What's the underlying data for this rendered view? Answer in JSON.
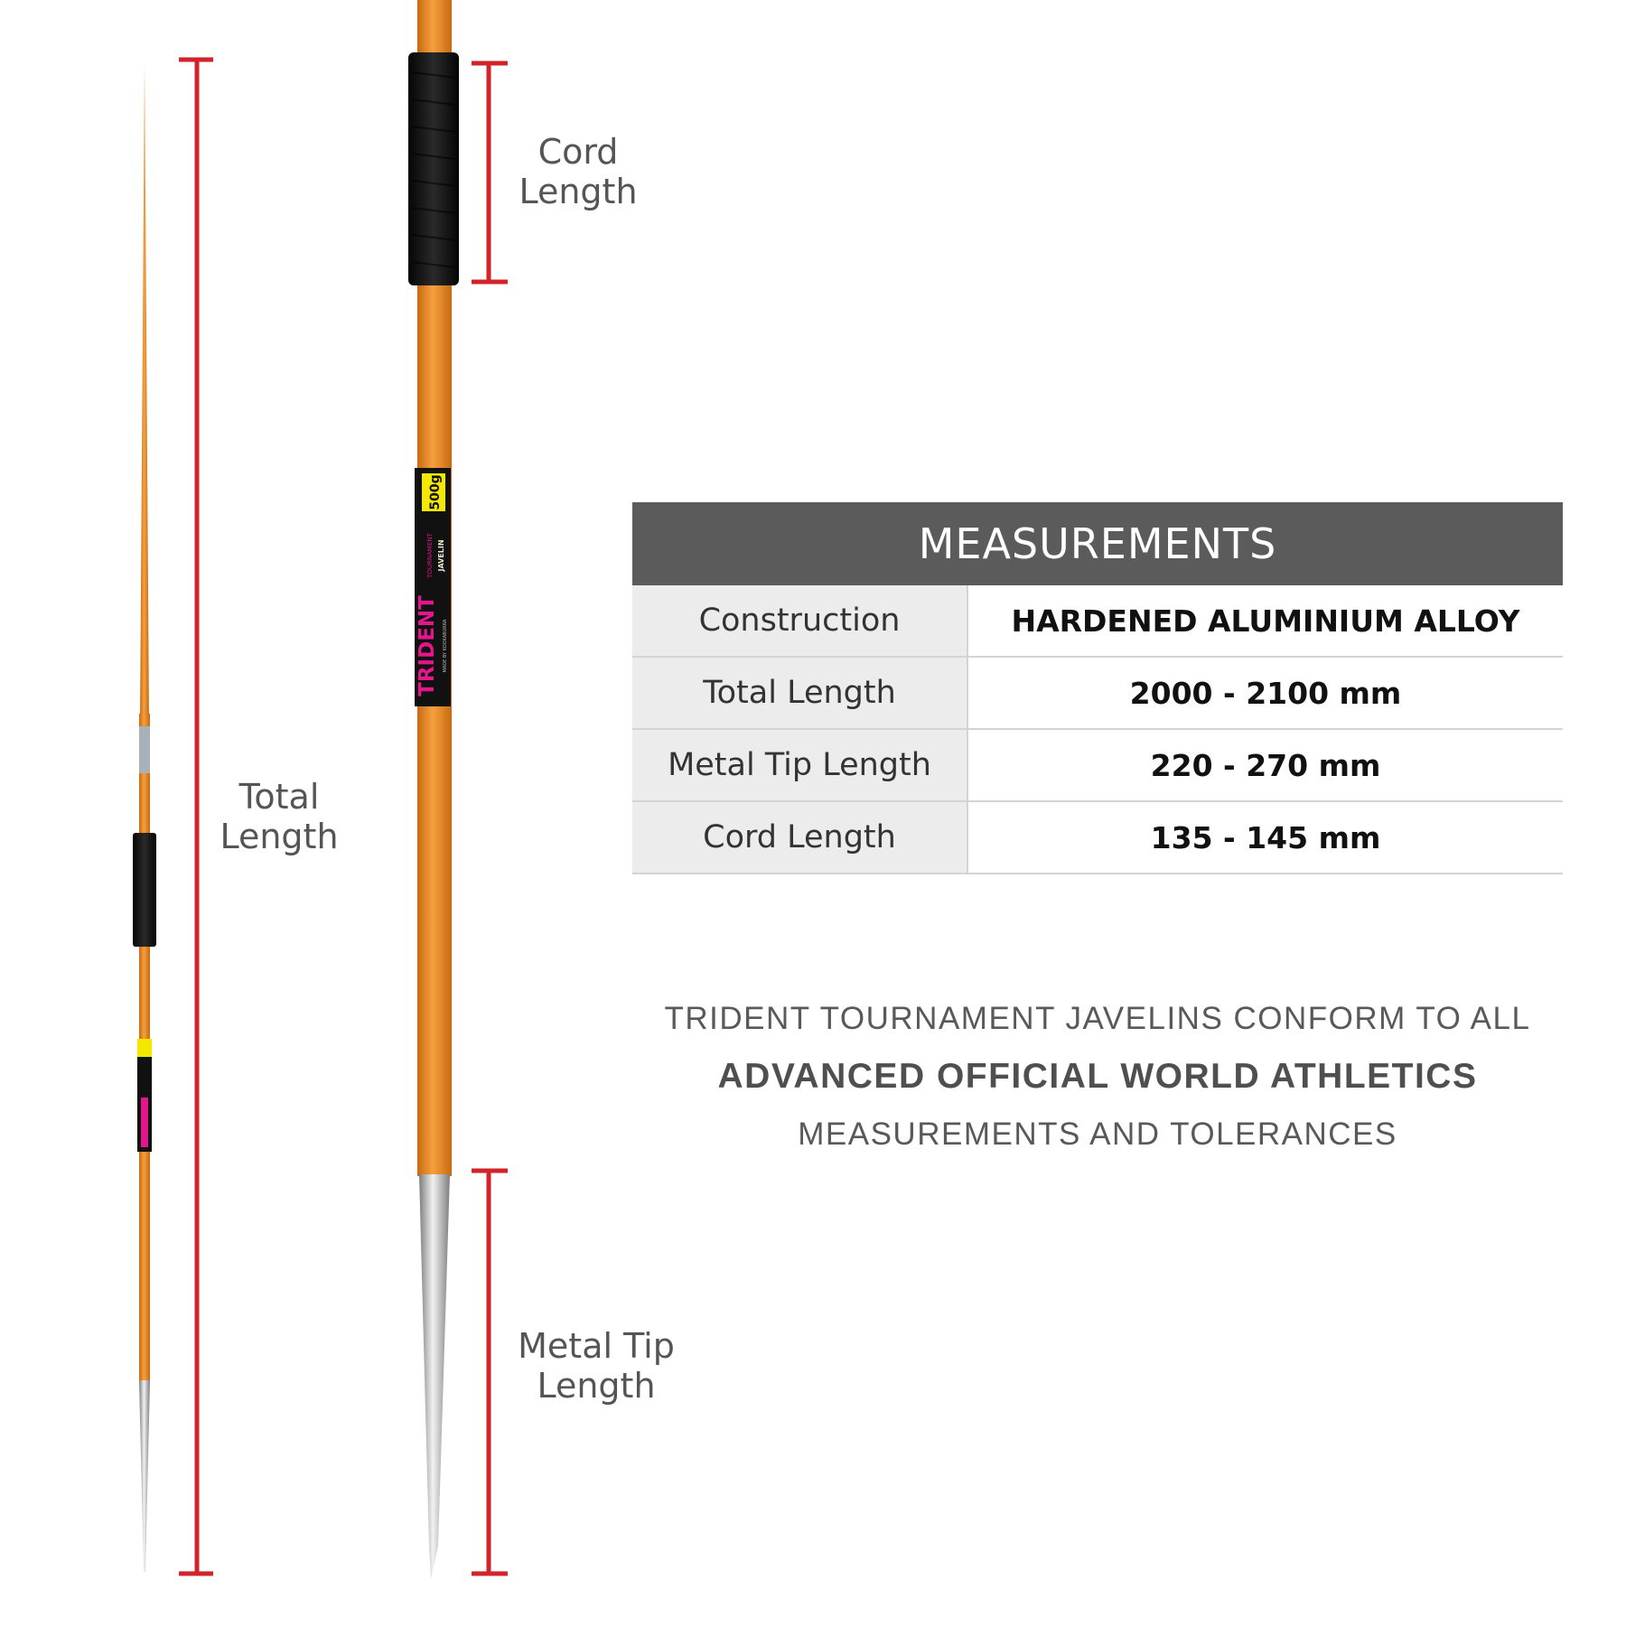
{
  "dimension_labels": {
    "total_line1": "Total",
    "total_line2": "Length",
    "cord_line1": "Cord",
    "cord_line2": "Length",
    "tip_line1": "Metal Tip",
    "tip_line2": "Length"
  },
  "javelin_label": {
    "brand": "TRIDENT",
    "sub": "TOURNAMENT",
    "type": "JAVELIN",
    "weight": "500g",
    "made": "MADE BY KOOKABURRA"
  },
  "table": {
    "header": "MEASUREMENTS",
    "rows": [
      {
        "label": "Construction",
        "value": "HARDENED ALUMINIUM ALLOY"
      },
      {
        "label": "Total Length",
        "value": "2000 - 2100 mm"
      },
      {
        "label": "Metal Tip Length",
        "value": "220 - 270 mm"
      },
      {
        "label": "Cord Length",
        "value": "135 - 145 mm"
      }
    ]
  },
  "note": {
    "line1": "TRIDENT TOURNAMENT JAVELINS CONFORM TO ALL",
    "line2": "ADVANCED OFFICIAL WORLD ATHLETICS",
    "line3": "MEASUREMENTS AND TOLERANCES"
  },
  "colors": {
    "shaft": "#ec8a1f",
    "grip": "#161616",
    "metal": "#b5b5b5",
    "dimension_line": "#d2232a",
    "header_bg": "#5b5b5b"
  }
}
